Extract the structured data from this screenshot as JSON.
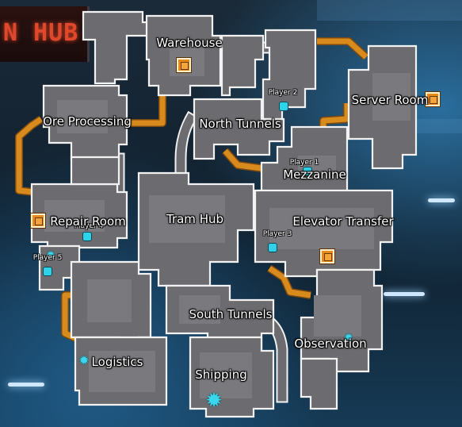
{
  "background_sign": {
    "text": "N HUB"
  },
  "map": {
    "rooms": [
      {
        "id": "warehouse",
        "label": "Warehouse"
      },
      {
        "id": "server-room",
        "label": "Server Room"
      },
      {
        "id": "ore-processing",
        "label": "Ore Processing"
      },
      {
        "id": "north-tunnels",
        "label": "North Tunnels"
      },
      {
        "id": "mezzanine",
        "label": "Mezzanine"
      },
      {
        "id": "repair-room",
        "label": "Repair Room"
      },
      {
        "id": "tram-hub",
        "label": "Tram Hub"
      },
      {
        "id": "elevator-transfer",
        "label": "Elevator Transfer"
      },
      {
        "id": "south-tunnels",
        "label": "South Tunnels"
      },
      {
        "id": "observation",
        "label": "Observation"
      },
      {
        "id": "logistics",
        "label": "Logistics"
      },
      {
        "id": "shipping",
        "label": "Shipping"
      }
    ],
    "players": [
      {
        "id": "player-1",
        "label": "Player 1"
      },
      {
        "id": "player-2",
        "label": "Player 2"
      },
      {
        "id": "player-3",
        "label": "Player 3"
      },
      {
        "id": "player-4",
        "label": "Player 4"
      },
      {
        "id": "player-5",
        "label": "Player 5"
      }
    ]
  },
  "colors": {
    "pipe": "#d98a1c",
    "player_marker": "#2fd2e8",
    "room_outline": "#f2f2f2",
    "room_fill": "#6c6c70"
  },
  "icons": {
    "objective": "crate-icon",
    "spawn": "spider-bot-icon",
    "player": "player-marker-icon"
  }
}
